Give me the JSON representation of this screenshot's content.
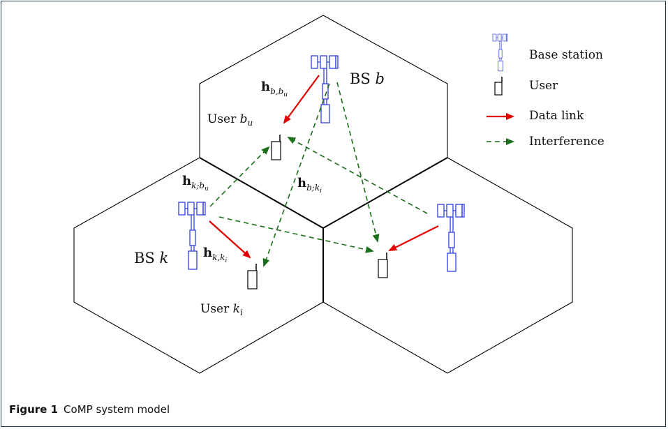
{
  "labels": {
    "bs_b": "BS",
    "bs_b_var": "b",
    "bs_k": "BS",
    "bs_k_var": "k",
    "user_b": "User",
    "user_b_var": "b",
    "user_b_sub": "u",
    "user_k": "User",
    "user_k_var": "k",
    "user_k_sub": "i"
  },
  "channels": {
    "h_b_bu": {
      "main": "h",
      "sub": "b,b",
      "subsub": "u"
    },
    "h_k_bu": {
      "main": "h",
      "sub": "k;b",
      "subsub": "u"
    },
    "h_b_ki": {
      "main": "h",
      "sub": "b;k",
      "subsub": "i"
    },
    "h_k_ki": {
      "main": "h",
      "sub": "k,k",
      "subsub": "i"
    }
  },
  "legend": {
    "base_station": "Base station",
    "user": "User",
    "data_link": "Data link",
    "interference": "Interference"
  },
  "colors": {
    "bs": "#2f3fe0",
    "data_link": "#e00000",
    "interference": "#1a6e1a",
    "cell": "#000000"
  },
  "caption": {
    "figure": "Figure 1",
    "text": "CoMP system model"
  }
}
